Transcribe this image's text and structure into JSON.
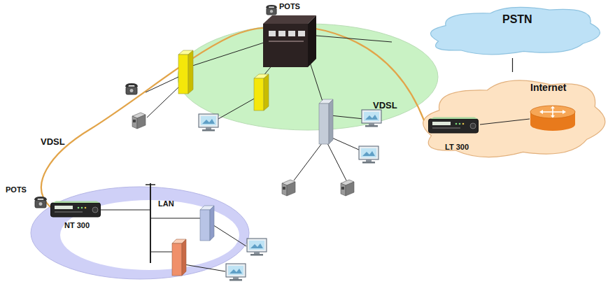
{
  "diagram": {
    "nodes": [
      {
        "text": [
          "PSTN"
        ]
      },
      {
        "text": [
          "Internet"
        ]
      },
      {
        "text": [
          "LT 300"
        ],
        "in": 1
      },
      {
        "text": [
          "NT 300"
        ]
      }
    ],
    "edges": [
      {
        "from": 0,
        "to": 1,
        "arrow": "none"
      }
    ],
    "labels": [
      "POTS",
      "VDSL",
      "VDSL",
      "POTS",
      "LAN"
    ]
  }
}
